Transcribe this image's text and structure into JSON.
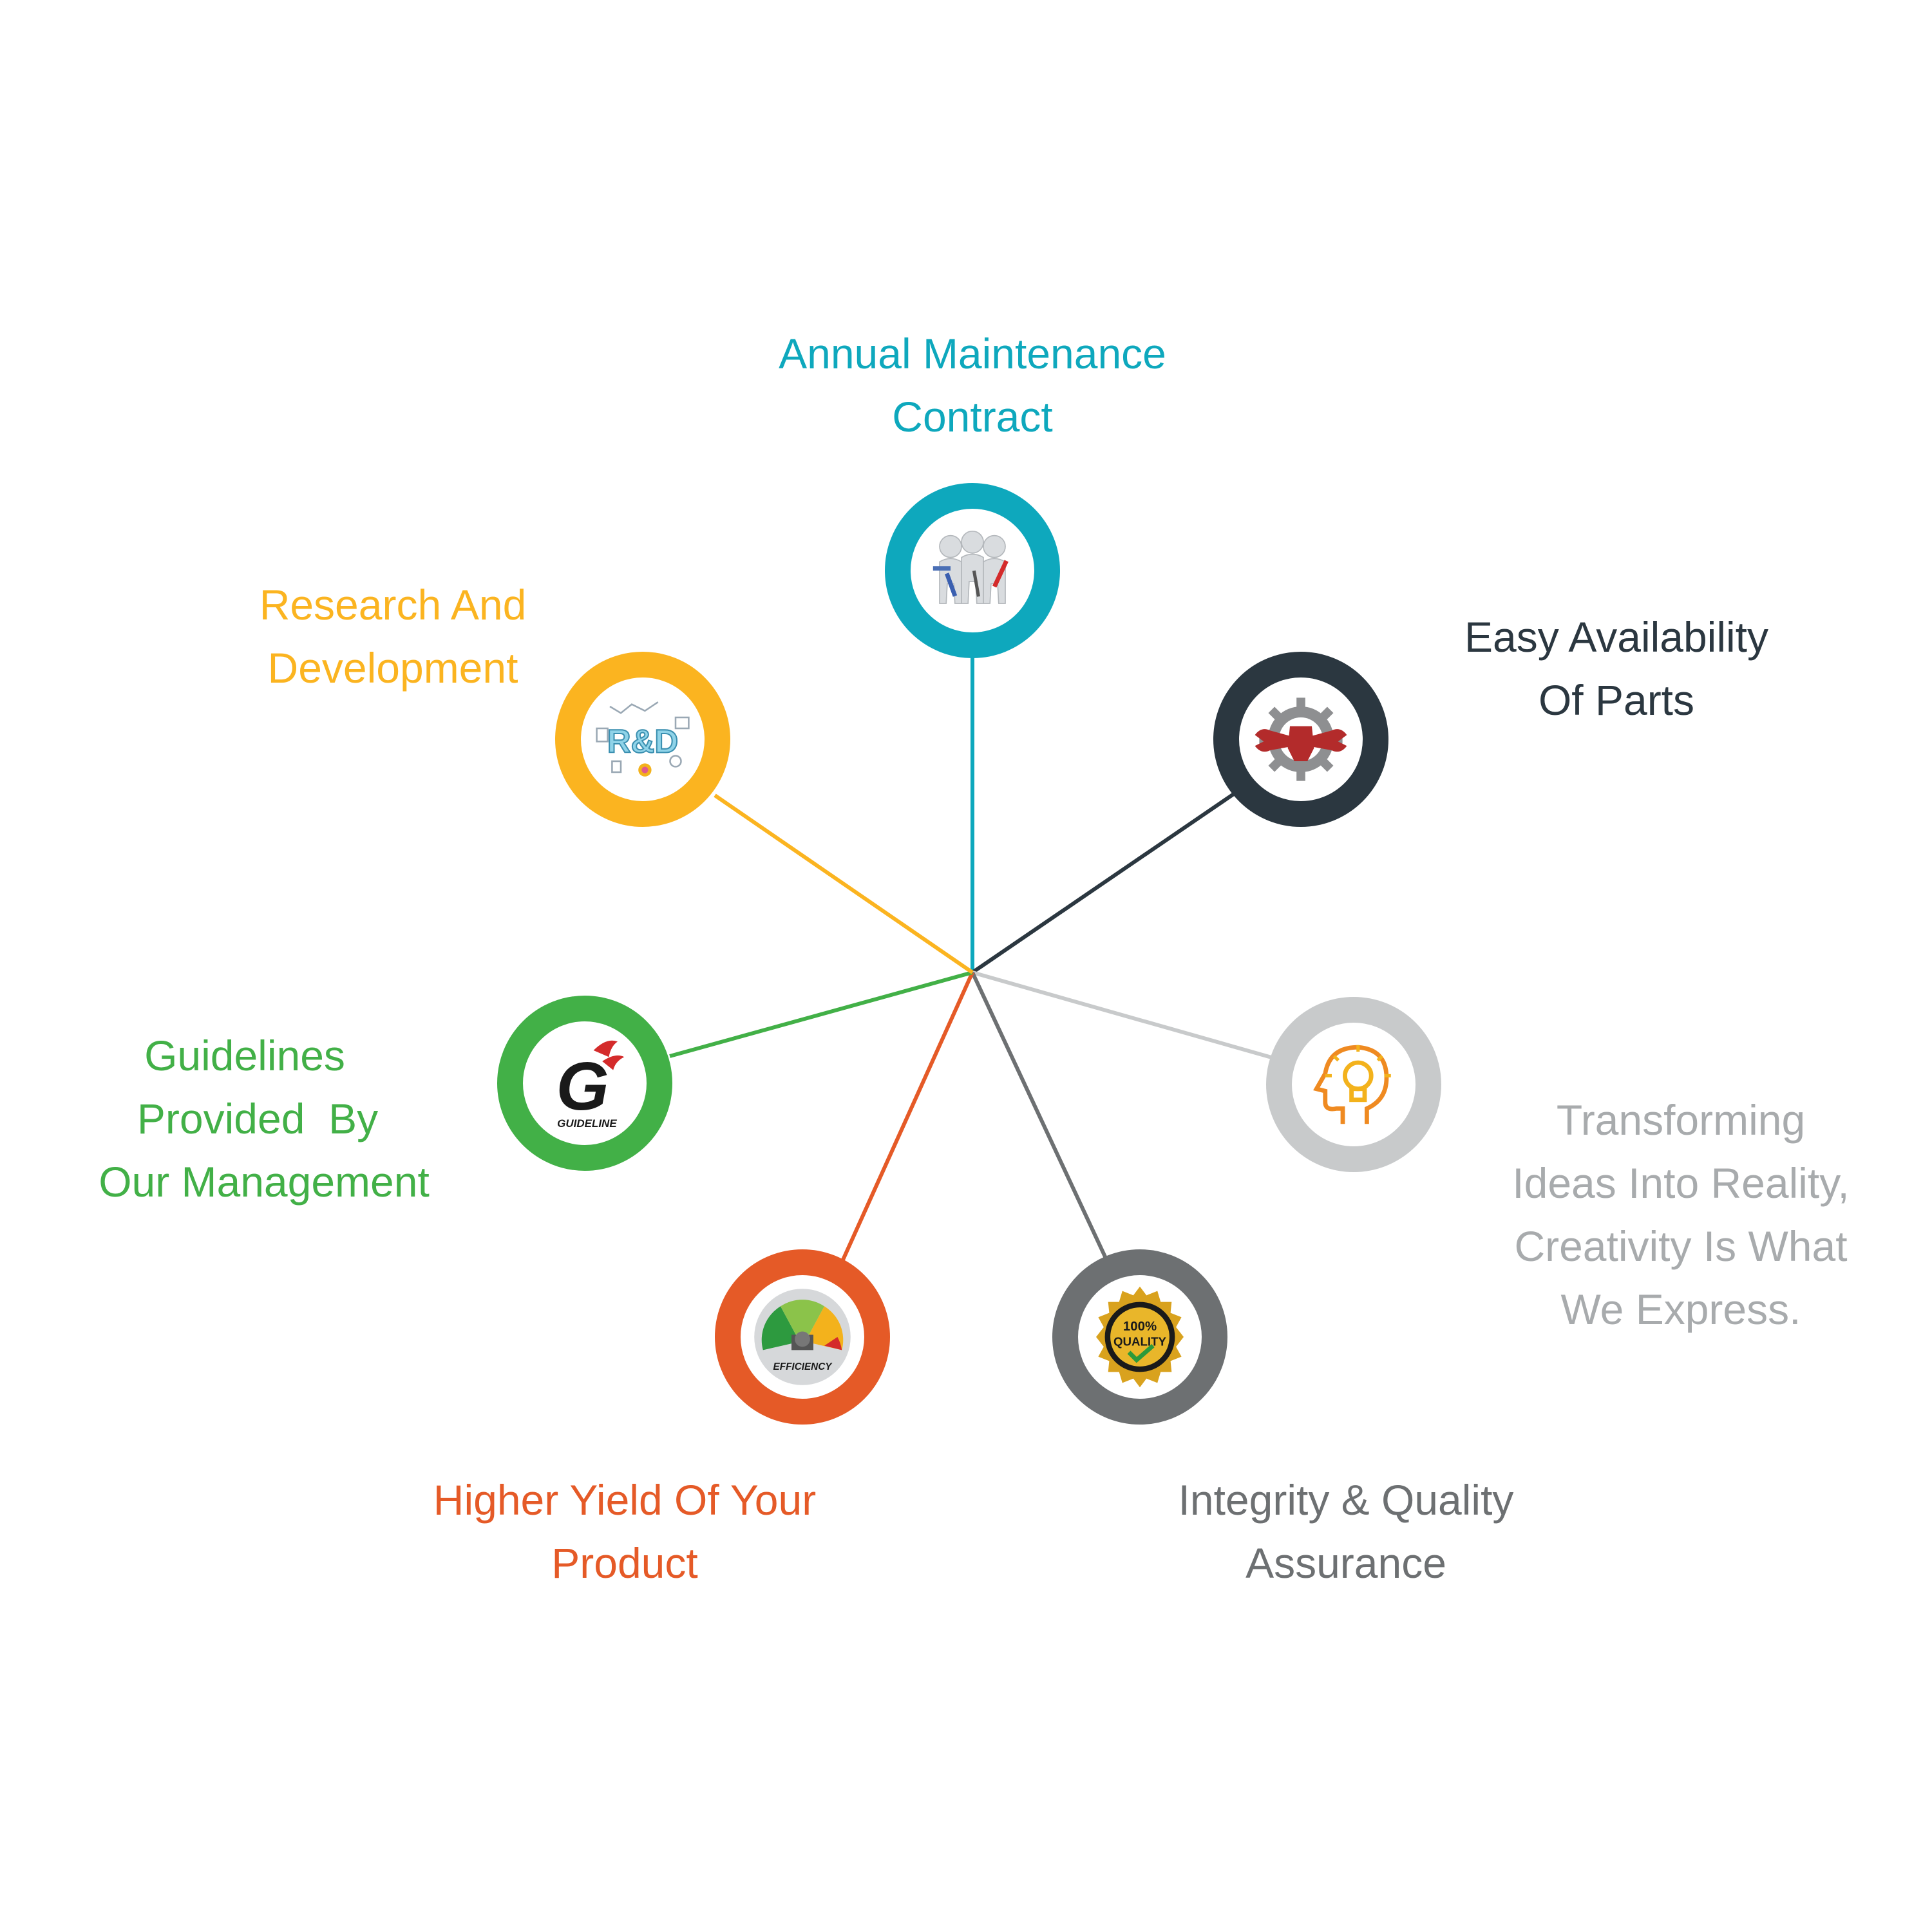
{
  "diagram": {
    "nodes": [
      {
        "id": "annual-maintenance",
        "color": "#0ea8bd",
        "icon": "team-tools-icon",
        "label_lines": [
          "Annual Maintenance",
          "Contract"
        ]
      },
      {
        "id": "easy-availability",
        "color": "#2b3740",
        "icon": "gear-wrench-fist-icon",
        "label_lines": [
          "Easy Availability",
          "Of Parts"
        ]
      },
      {
        "id": "transforming-ideas",
        "color": "#c8cacb",
        "label_color": "#a8abad",
        "icon": "head-lightbulb-icon",
        "label_lines": [
          "Transforming",
          "Ideas Into Reality,",
          "Creativity Is What",
          "We Express."
        ]
      },
      {
        "id": "integrity-quality",
        "color": "#6d7072",
        "icon": "quality-seal-icon",
        "seal_text": "100%",
        "seal_text2": "QUALITY",
        "label_lines": [
          "Integrity & Quality",
          "Assurance"
        ]
      },
      {
        "id": "higher-yield",
        "color": "#e55a27",
        "icon": "efficiency-gauge-icon",
        "icon_caption": "EFFICIENCY",
        "label_lines": [
          "Higher Yield Of Your",
          "Product"
        ]
      },
      {
        "id": "guidelines",
        "color": "#42b047",
        "icon": "guideline-g-icon",
        "icon_letter": "G",
        "icon_caption": "GUIDELINE",
        "label_lines": [
          "Guidelines",
          "Provided  By",
          "Our Management"
        ]
      },
      {
        "id": "research-development",
        "color": "#fbb420",
        "icon": "research-development-icon",
        "icon_text": "R&D",
        "label_lines": [
          "Research And",
          "Development"
        ]
      }
    ]
  }
}
